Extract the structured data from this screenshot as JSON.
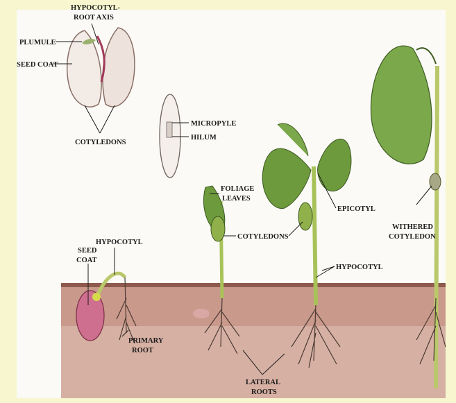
{
  "labels": {
    "hypocotyl_root_axis_1": "HYPOCOTYL-",
    "hypocotyl_root_axis_2": "ROOT AXIS",
    "plumule": "PLUMULE",
    "seed_coat": "SEED COAT",
    "cotyledons_seed": "COTYLEDONS",
    "micropyle": "MICROPYLE",
    "hilum": "HILUM",
    "hypocotyl_top": "HYPOCOTYL",
    "seed_coat_sprout_1": "SEED",
    "seed_coat_sprout_2": "COAT",
    "primary_root_1": "PRIMARY",
    "primary_root_2": "ROOT",
    "foliage_leaves_1": "FOLIAGE",
    "foliage_leaves_2": "LEAVES",
    "cotyledons_plant": "COTYLEDONS",
    "epicotyl": "EPICOTYL",
    "hypocotyl_plant": "HYPOCOTYL",
    "withered_cotyledon_1": "WITHERED",
    "withered_cotyledon_2": "COTYLEDON",
    "lateral_roots_1": "LATERAL",
    "lateral_roots_2": "ROOTS"
  },
  "colors": {
    "frame": "#f7f6cf",
    "border_top": "#2b2fa3",
    "soil": "#b9867a",
    "leaf": "#7aa84a",
    "seed": "#e8ddd6"
  }
}
